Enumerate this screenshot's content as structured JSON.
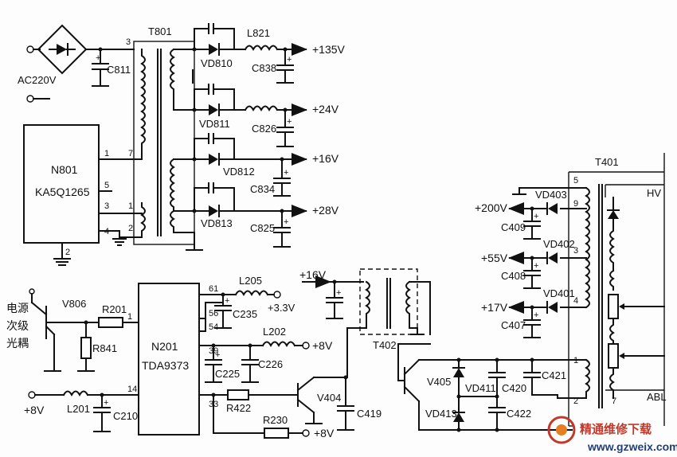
{
  "labels": {
    "ac": "AC220V",
    "t801": "T801",
    "c811": "C811",
    "n801": "N801",
    "ic801": "KA5Q1265",
    "p3": "3",
    "p7": "7",
    "p1a": "1",
    "p5": "5",
    "p3b": "3",
    "p1b": "1",
    "p4": "4",
    "p2a": "2",
    "p2b": "2",
    "vd810": "VD810",
    "vd811": "VD811",
    "vd812": "VD812",
    "vd813": "VD813",
    "l821": "L821",
    "c838": "C838",
    "c826": "C826",
    "c834": "C834",
    "c825": "C825",
    "v135": "+135V",
    "v24": "+24V",
    "v16": "+16V",
    "v28": "+28V",
    "t401": "T401",
    "hv": "HV",
    "abl": "ABL",
    "vd403": "VD403",
    "vd402": "VD402",
    "vd401": "VD401",
    "v200": "+200V",
    "v55": "+55V",
    "v17": "+17V",
    "c409": "C409",
    "c408": "C408",
    "c407": "C407",
    "t5": "5",
    "t9": "9",
    "t3": "3",
    "t4": "4",
    "t1": "1",
    "t2": "2",
    "t7": "7",
    "cjk": [
      "电源",
      "次级",
      "光耦"
    ],
    "v806": "V806",
    "r201": "R201",
    "r841": "R841",
    "pin1": "1",
    "n201": "N201",
    "ic201": "TDA9373",
    "p61": "61",
    "p56": "56",
    "p54": "54",
    "p39": "39",
    "p14": "14",
    "p33": "33",
    "l205": "L205",
    "c235": "C235",
    "v33": "+3.3V",
    "l202": "L202",
    "v8a": "+8V",
    "c225": "C225",
    "c226": "C226",
    "v8in": "+8V",
    "l201": "L201",
    "c210": "C210",
    "r422": "R422",
    "r230": "R230",
    "v8b": "+8V",
    "v404": "V404",
    "c419": "C419",
    "v16in": "+16V",
    "t402": "T402",
    "v405": "V405",
    "vd411": "VD411",
    "vd413": "VD413",
    "c420": "C420",
    "c421": "C421",
    "c422": "C422"
  },
  "watermark": {
    "title": "精通维修下载",
    "url": "www.gzweix.com"
  }
}
